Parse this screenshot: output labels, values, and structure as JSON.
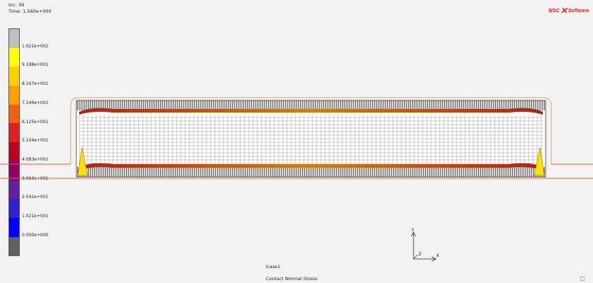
{
  "header": {
    "inc_label": "Inc:  39",
    "time_label": "Time:  1.560e+000"
  },
  "logo": {
    "left_text": "MSC",
    "right_text": "Software"
  },
  "legend": {
    "ticks": [
      "1.021e+002",
      "9.188e+001",
      "8.167e+001",
      "7.146e+001",
      "6.125e+001",
      "5.104e+001",
      "4.083e+001",
      "3.063e+001",
      "2.042e+001",
      "1.021e+001",
      "0.000e+000"
    ],
    "colors": [
      "#c0c0c0",
      "#ffff00",
      "#ffd000",
      "#ffa000",
      "#f06010",
      "#e02020",
      "#c00020",
      "#900060",
      "#6020a0",
      "#3020d0",
      "#0000ff",
      "#606060"
    ]
  },
  "triad": {
    "x_label": "X",
    "y_label": "Y",
    "z_label": "Z"
  },
  "footer": {
    "loadcase": "lcase1",
    "result_name": "Contact Normal Stress"
  }
}
